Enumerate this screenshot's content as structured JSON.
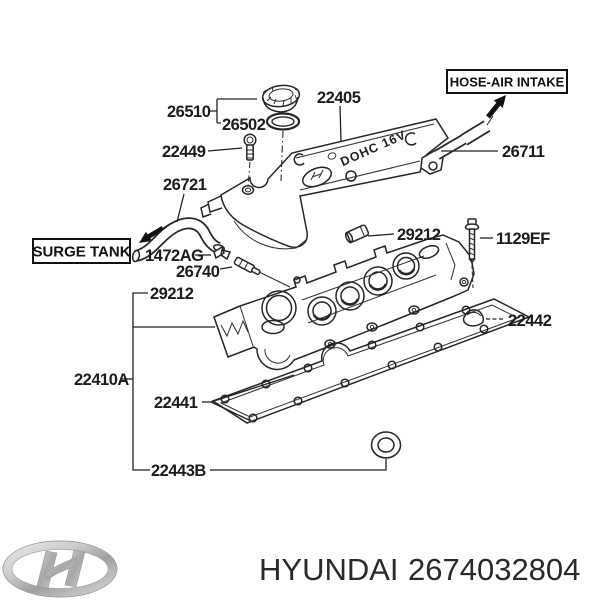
{
  "diagram": {
    "cover_marking": "DOHC 16V",
    "callouts": {
      "surge_tank": "SURGE TANK",
      "hose_air_intake": "HOSE-AIR INTAKE"
    },
    "parts": [
      {
        "label": "26510"
      },
      {
        "label": "26502"
      },
      {
        "label": "22449"
      },
      {
        "label": "26721"
      },
      {
        "label": "22405"
      },
      {
        "label": "26711"
      },
      {
        "label": "29212"
      },
      {
        "label": "1129EF"
      },
      {
        "label": "1472AG"
      },
      {
        "label": "26740"
      },
      {
        "label": "29212"
      },
      {
        "label": "22442"
      },
      {
        "label": "22410A"
      },
      {
        "label": "22441"
      },
      {
        "label": "22443B"
      }
    ]
  },
  "footer": {
    "brand": "HYUNDAI",
    "part_number": "2674032804"
  }
}
